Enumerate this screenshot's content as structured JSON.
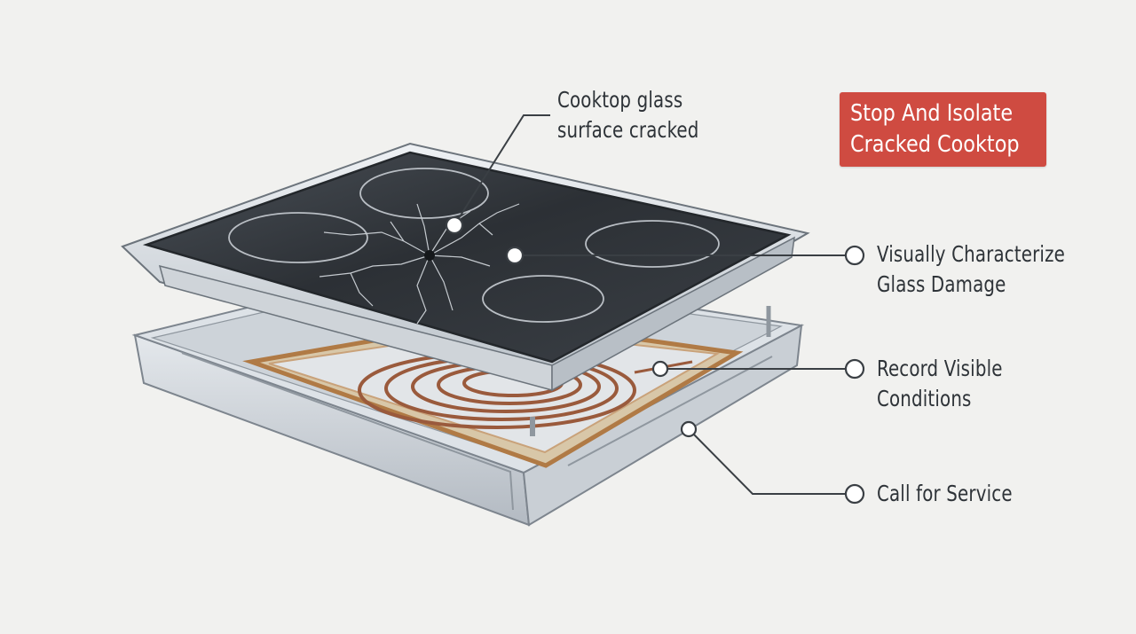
{
  "warning": {
    "line1": "Stop And Isolate",
    "line2": "Cracked Cooktop",
    "color": "#cf4b41"
  },
  "callouts": [
    {
      "line1": "Cooktop glass",
      "line2": "surface cracked"
    },
    {
      "line1": "Visually Characterize",
      "line2": "Glass Damage"
    },
    {
      "line1": "Record Visible",
      "line2": "Conditions"
    },
    {
      "line1": "Call for Service",
      "line2": ""
    }
  ]
}
